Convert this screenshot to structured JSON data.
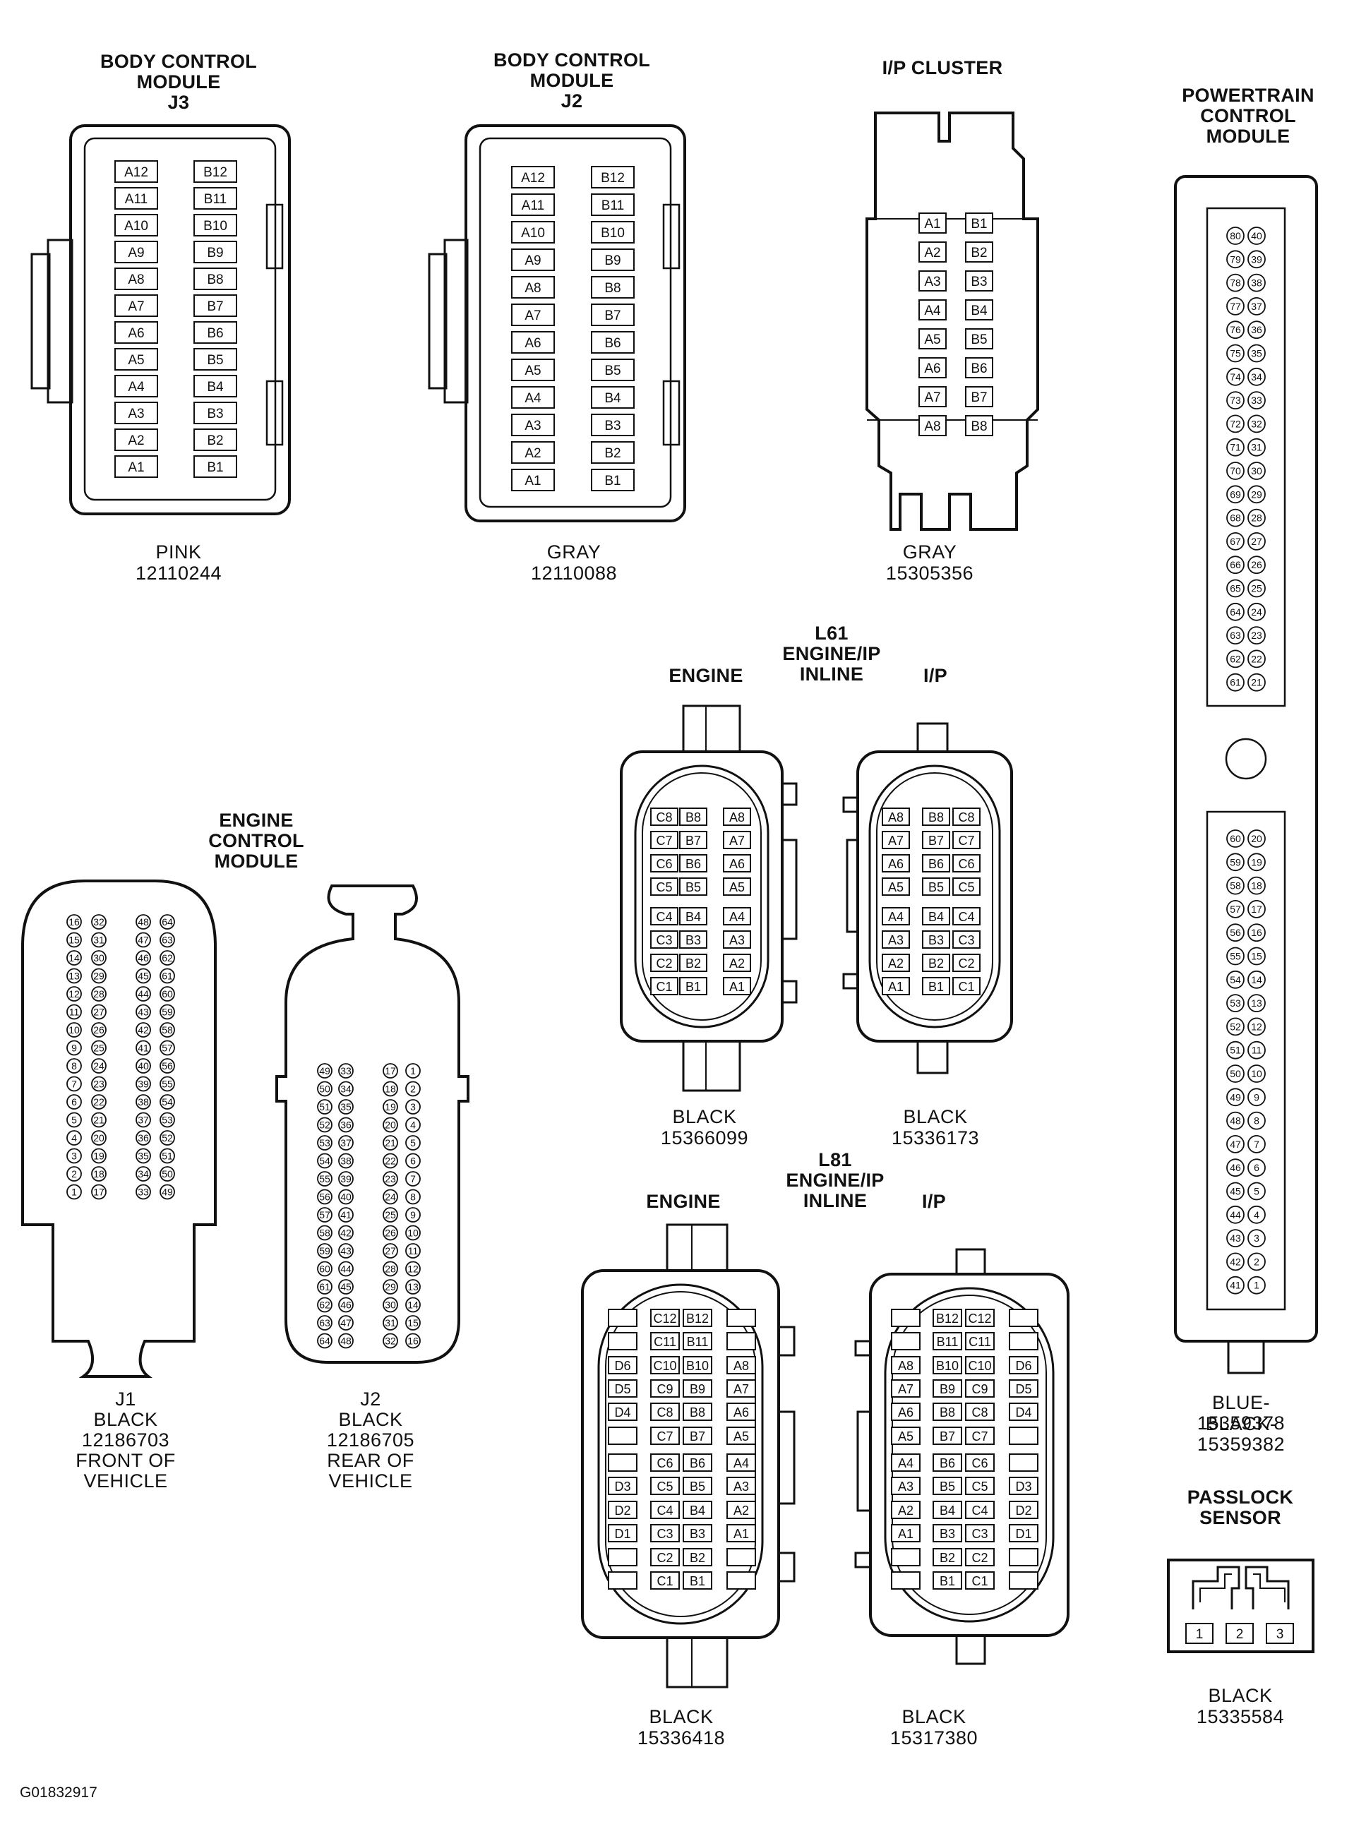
{
  "connectors": {
    "bcm_j3": {
      "title": "BODY CONTROL\nMODULE\nJ3",
      "color": "PINK",
      "part": "12110244",
      "pins_a": [
        "A12",
        "A11",
        "A10",
        "A9",
        "A8",
        "A7",
        "A6",
        "A5",
        "A4",
        "A3",
        "A2",
        "A1"
      ],
      "pins_b": [
        "B12",
        "B11",
        "B10",
        "B9",
        "B8",
        "B7",
        "B6",
        "B5",
        "B4",
        "B3",
        "B2",
        "B1"
      ]
    },
    "bcm_j2": {
      "title": "BODY CONTROL\nMODULE\nJ2",
      "color": "GRAY",
      "part": "12110088",
      "pins_a": [
        "A12",
        "A11",
        "A10",
        "A9",
        "A8",
        "A7",
        "A6",
        "A5",
        "A4",
        "A3",
        "A2",
        "A1"
      ],
      "pins_b": [
        "B12",
        "B11",
        "B10",
        "B9",
        "B8",
        "B7",
        "B6",
        "B5",
        "B4",
        "B3",
        "B2",
        "B1"
      ]
    },
    "ip_cluster": {
      "title": "I/P CLUSTER",
      "color": "GRAY",
      "part": "15305356",
      "pins_a": [
        "A1",
        "A2",
        "A3",
        "A4",
        "A5",
        "A6",
        "A7",
        "A8"
      ],
      "pins_b": [
        "B1",
        "B2",
        "B3",
        "B4",
        "B5",
        "B6",
        "B7",
        "B8"
      ]
    },
    "pcm": {
      "title": "POWERTRAIN\nCONTROL\nMODULE",
      "part_line1": "BLUE-15359378",
      "part_line2": "BLACK-15359382",
      "upper_left": [
        "80",
        "79",
        "78",
        "77",
        "76",
        "75",
        "74",
        "73",
        "72",
        "71",
        "70",
        "69",
        "68",
        "67",
        "66",
        "65",
        "64",
        "63",
        "62",
        "61"
      ],
      "upper_right": [
        "40",
        "39",
        "38",
        "37",
        "36",
        "35",
        "34",
        "33",
        "32",
        "31",
        "30",
        "29",
        "28",
        "27",
        "26",
        "25",
        "24",
        "23",
        "22",
        "21"
      ],
      "lower_left": [
        "60",
        "59",
        "58",
        "57",
        "56",
        "55",
        "54",
        "53",
        "52",
        "51",
        "50",
        "49",
        "48",
        "47",
        "46",
        "45",
        "44",
        "43",
        "42",
        "41"
      ],
      "lower_right": [
        "20",
        "19",
        "18",
        "17",
        "16",
        "15",
        "14",
        "13",
        "12",
        "11",
        "10",
        "9",
        "8",
        "7",
        "6",
        "5",
        "4",
        "3",
        "2",
        "1"
      ]
    },
    "l61": {
      "title": "L61\nENGINE/IP\nINLINE",
      "engine_label": "ENGINE",
      "ip_label": "I/P",
      "engine_color": "BLACK",
      "engine_part": "15366099",
      "ip_color": "BLACK",
      "ip_part": "15336173",
      "engine_rows": [
        [
          "C8",
          "B8",
          "A8"
        ],
        [
          "C7",
          "B7",
          "A7"
        ],
        [
          "C6",
          "B6",
          "A6"
        ],
        [
          "C5",
          "B5",
          "A5"
        ],
        [
          "C4",
          "B4",
          "A4"
        ],
        [
          "C3",
          "B3",
          "A3"
        ],
        [
          "C2",
          "B2",
          "A2"
        ],
        [
          "C1",
          "B1",
          "A1"
        ]
      ],
      "ip_rows": [
        [
          "A8",
          "B8",
          "C8"
        ],
        [
          "A7",
          "B7",
          "C7"
        ],
        [
          "A6",
          "B6",
          "C6"
        ],
        [
          "A5",
          "B5",
          "C5"
        ],
        [
          "A4",
          "B4",
          "C4"
        ],
        [
          "A3",
          "B3",
          "C3"
        ],
        [
          "A2",
          "B2",
          "C2"
        ],
        [
          "A1",
          "B1",
          "C1"
        ]
      ]
    },
    "ecm": {
      "title": "ENGINE\nCONTROL\nMODULE",
      "j1_label": "J1\nBLACK\n12186703\nFRONT OF\nVEHICLE",
      "j2_label": "J2\nBLACK\n12186705\nREAR OF\nVEHICLE",
      "j1_c1": [
        "16",
        "15",
        "14",
        "13",
        "12",
        "11",
        "10",
        "9",
        "8",
        "7",
        "6",
        "5",
        "4",
        "3",
        "2",
        "1"
      ],
      "j1_c2": [
        "32",
        "31",
        "30",
        "29",
        "28",
        "27",
        "26",
        "25",
        "24",
        "23",
        "22",
        "21",
        "20",
        "19",
        "18",
        "17"
      ],
      "j1_c3": [
        "48",
        "47",
        "46",
        "45",
        "44",
        "43",
        "42",
        "41",
        "40",
        "39",
        "38",
        "37",
        "36",
        "35",
        "34",
        "33"
      ],
      "j1_c4": [
        "64",
        "63",
        "62",
        "61",
        "60",
        "59",
        "58",
        "57",
        "56",
        "55",
        "54",
        "53",
        "52",
        "51",
        "50",
        "49"
      ],
      "j2_c1": [
        "49",
        "50",
        "51",
        "52",
        "53",
        "54",
        "55",
        "56",
        "57",
        "58",
        "59",
        "60",
        "61",
        "62",
        "63",
        "64"
      ],
      "j2_c2": [
        "33",
        "34",
        "35",
        "36",
        "37",
        "38",
        "39",
        "40",
        "41",
        "42",
        "43",
        "44",
        "45",
        "46",
        "47",
        "48"
      ],
      "j2_c3": [
        "17",
        "18",
        "19",
        "20",
        "21",
        "22",
        "23",
        "24",
        "25",
        "26",
        "27",
        "28",
        "29",
        "30",
        "31",
        "32"
      ],
      "j2_c4": [
        "1",
        "2",
        "3",
        "4",
        "5",
        "6",
        "7",
        "8",
        "9",
        "10",
        "11",
        "12",
        "13",
        "14",
        "15",
        "16"
      ]
    },
    "l81": {
      "title": "L81\nENGINE/IP\nINLINE",
      "engine_label": "ENGINE",
      "ip_label": "I/P",
      "engine_color": "BLACK",
      "engine_part": "15336418",
      "ip_color": "BLACK",
      "ip_part": "15317380",
      "engine_rows": [
        [
          "",
          "C12",
          "B12",
          ""
        ],
        [
          "",
          "C11",
          "B11",
          ""
        ],
        [
          "D6",
          "C10",
          "B10",
          "A8"
        ],
        [
          "D5",
          "C9",
          "B9",
          "A7"
        ],
        [
          "D4",
          "C8",
          "B8",
          "A6"
        ],
        [
          "",
          "C7",
          "B7",
          "A5"
        ],
        [
          "",
          "C6",
          "B6",
          "A4"
        ],
        [
          "D3",
          "C5",
          "B5",
          "A3"
        ],
        [
          "D2",
          "C4",
          "B4",
          "A2"
        ],
        [
          "D1",
          "C3",
          "B3",
          "A1"
        ],
        [
          "",
          "C2",
          "B2",
          ""
        ],
        [
          "",
          "C1",
          "B1",
          ""
        ]
      ],
      "ip_rows": [
        [
          "",
          "B12",
          "C12",
          ""
        ],
        [
          "",
          "B11",
          "C11",
          ""
        ],
        [
          "A8",
          "B10",
          "C10",
          "D6"
        ],
        [
          "A7",
          "B9",
          "C9",
          "D5"
        ],
        [
          "A6",
          "B8",
          "C8",
          "D4"
        ],
        [
          "A5",
          "B7",
          "C7",
          ""
        ],
        [
          "A4",
          "B6",
          "C6",
          ""
        ],
        [
          "A3",
          "B5",
          "C5",
          "D3"
        ],
        [
          "A2",
          "B4",
          "C4",
          "D2"
        ],
        [
          "A1",
          "B3",
          "C3",
          "D1"
        ],
        [
          "",
          "B2",
          "C2",
          ""
        ],
        [
          "",
          "B1",
          "C1",
          ""
        ]
      ]
    },
    "passlock": {
      "title": "PASSLOCK\nSENSOR",
      "color": "BLACK",
      "part": "15335584",
      "pins": [
        "1",
        "2",
        "3"
      ]
    }
  },
  "figure_code": "G01832917"
}
